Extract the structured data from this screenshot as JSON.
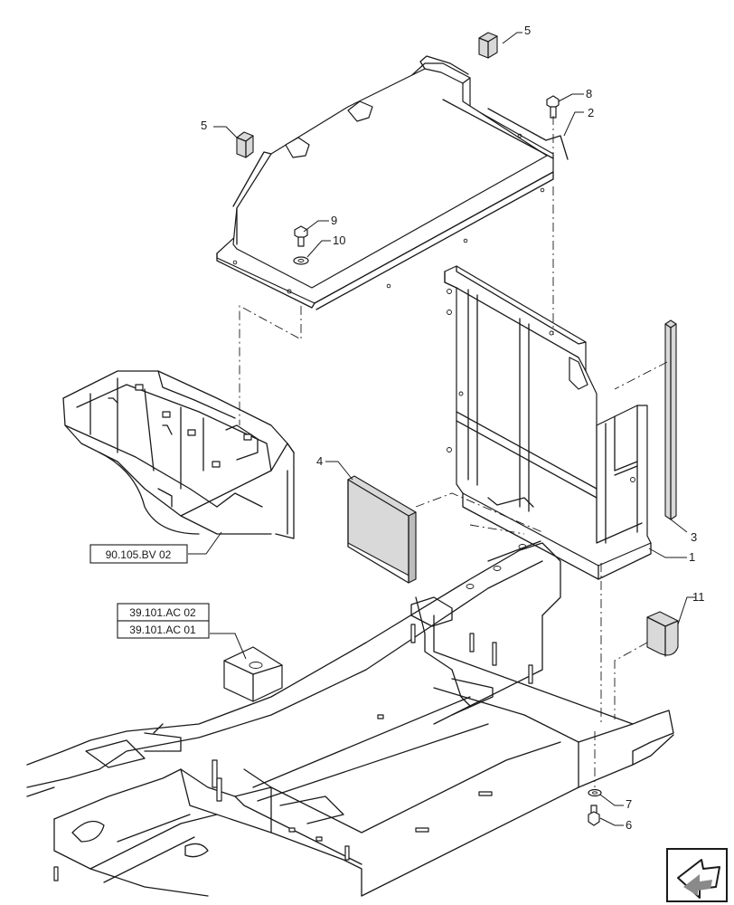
{
  "callouts": {
    "c1": "1",
    "c2": "2",
    "c3": "3",
    "c4": "4",
    "c5a": "5",
    "c5b": "5",
    "c6": "6",
    "c7": "7",
    "c8": "8",
    "c9": "9",
    "c10": "10",
    "c11": "11"
  },
  "references": {
    "ref_frame": "90.105.BV 02",
    "ref_mount_top": "39.101.AC 02",
    "ref_mount_bottom": "39.101.AC 01"
  },
  "icons": {
    "nav": "next-page-arrow-icon"
  }
}
